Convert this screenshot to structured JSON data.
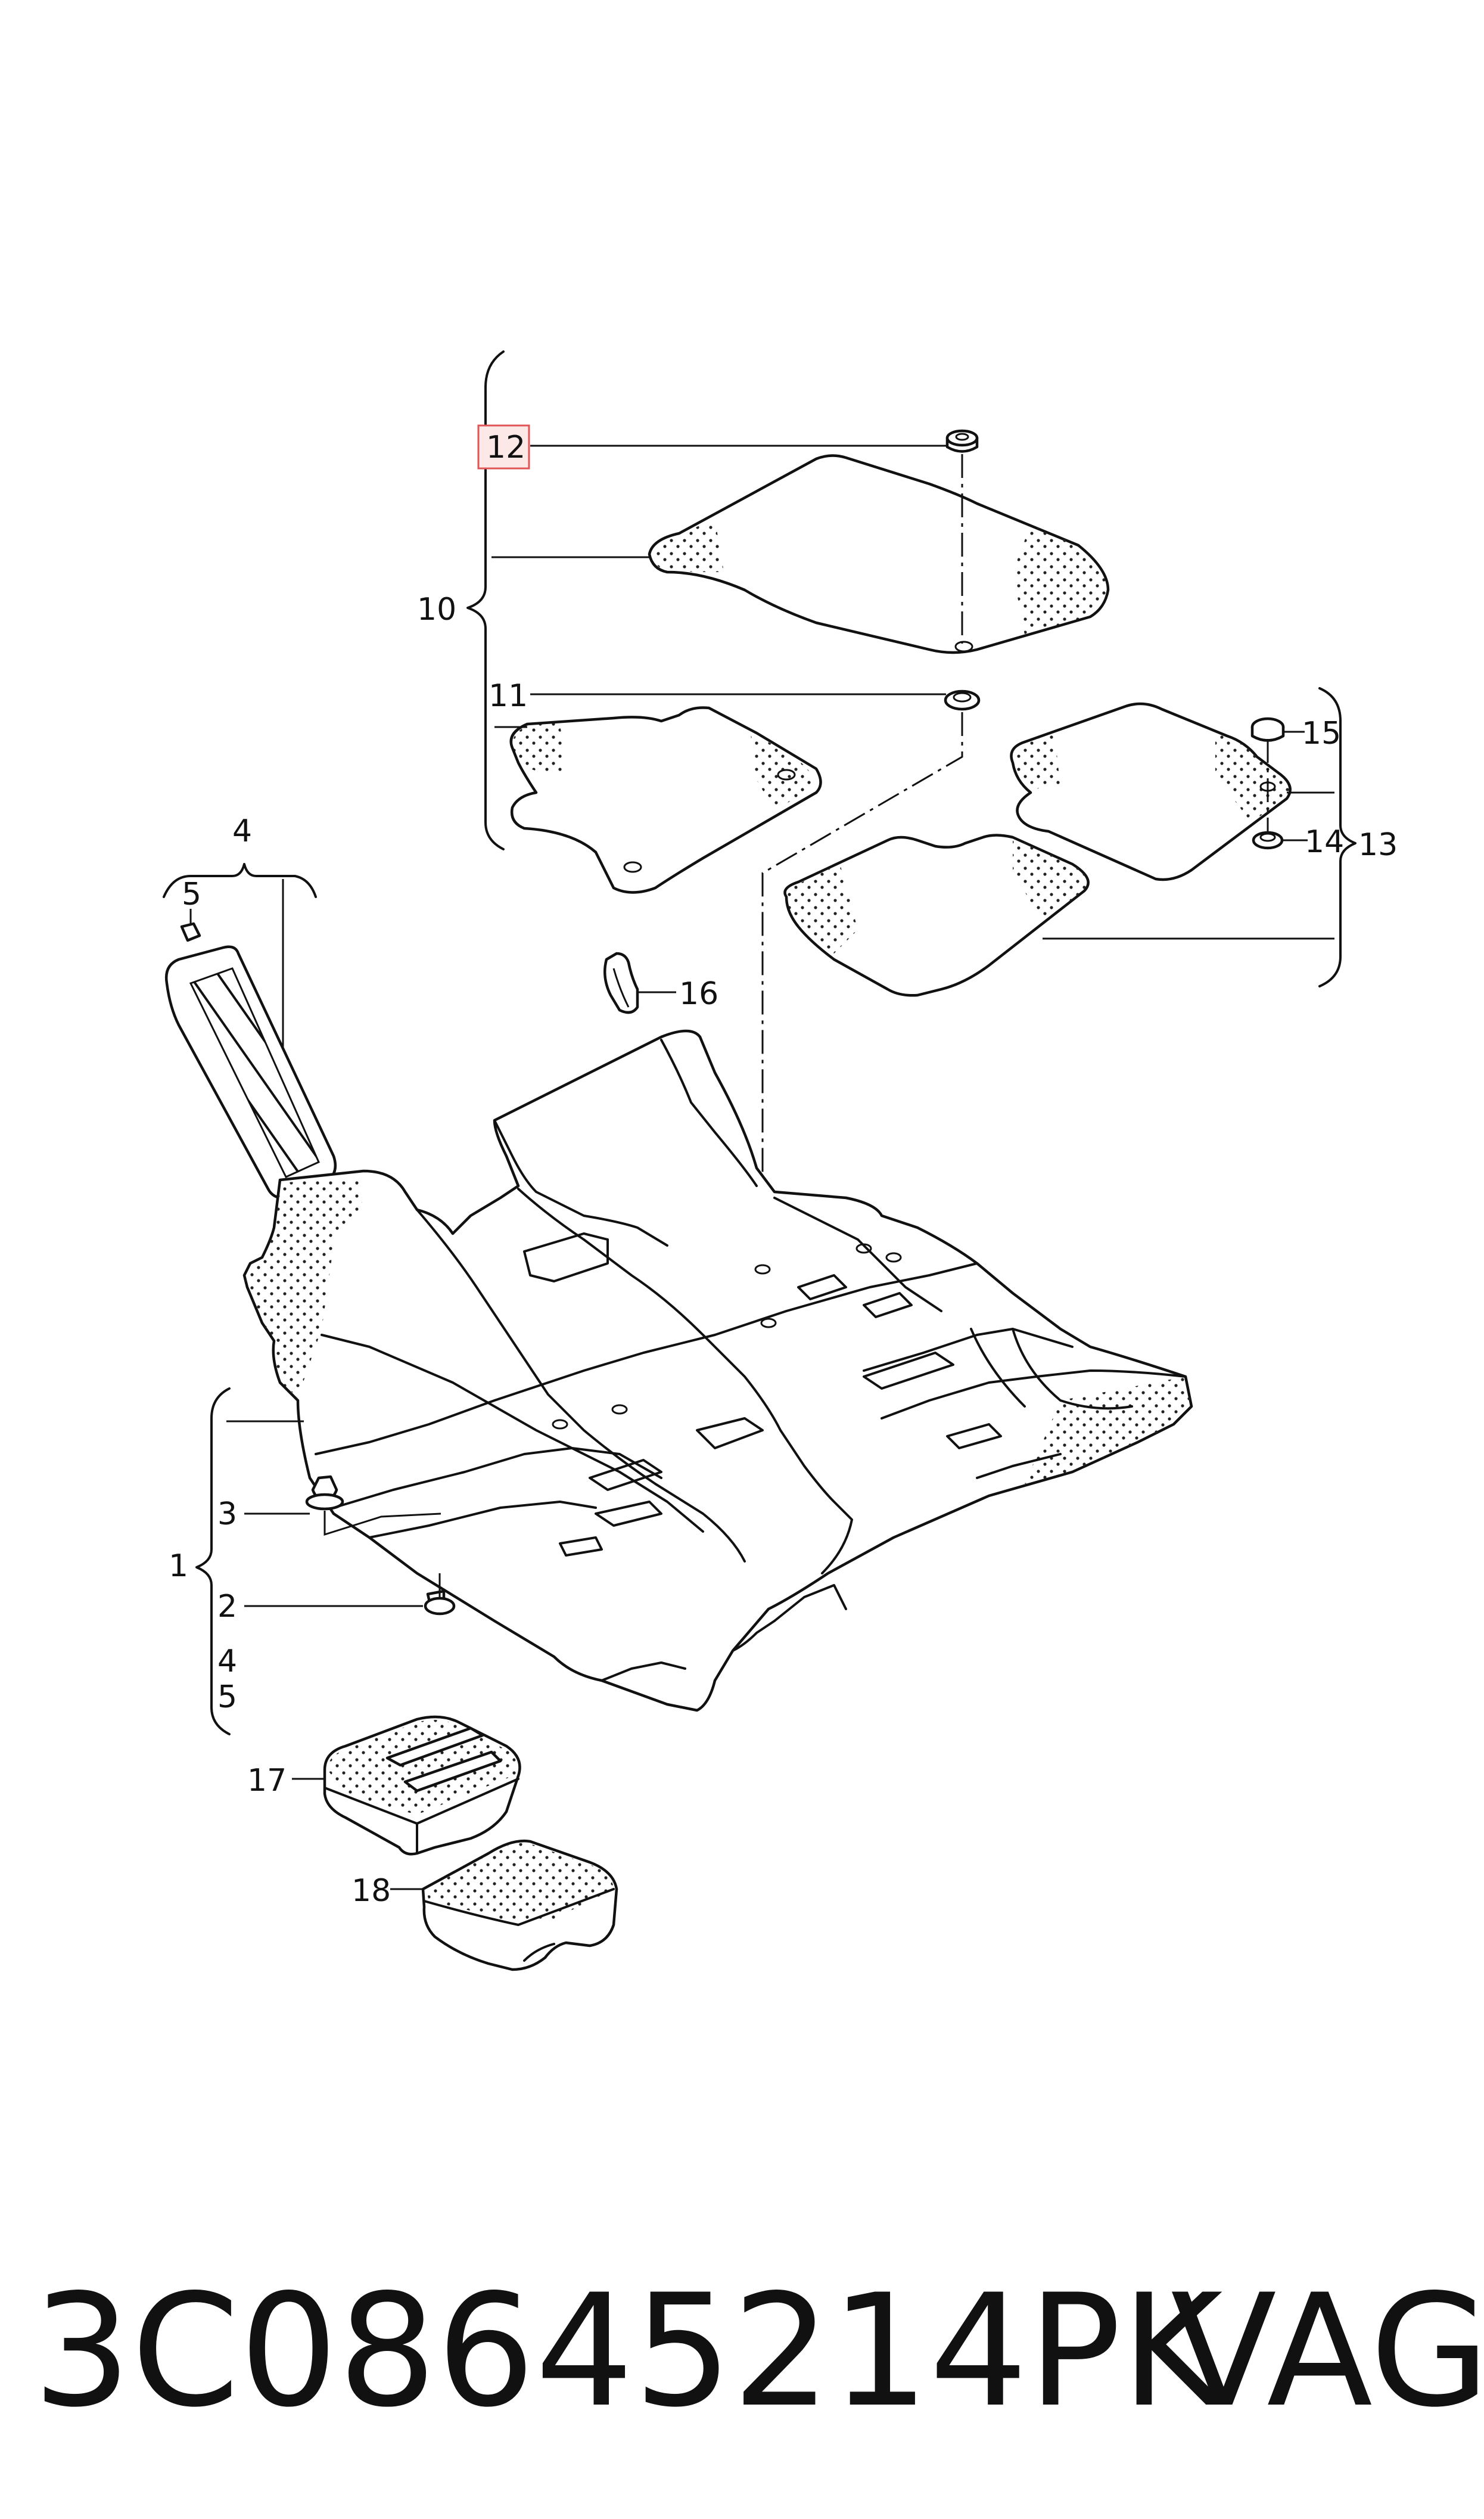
{
  "diagram": {
    "callouts": {
      "c1": "1",
      "c2": "2",
      "c3": "3",
      "c4a": "4",
      "c4b": "4",
      "c5a": "5",
      "c5b": "5",
      "c10": "10",
      "c11": "11",
      "c12": "12",
      "c13": "13",
      "c14": "14",
      "c15": "15",
      "c16": "16",
      "c17": "17",
      "c18": "18"
    },
    "highlighted_callout": "12",
    "highlight_color": "#e05555"
  },
  "footer": {
    "part_number": "3C08645214PK",
    "brand": "VAG"
  }
}
